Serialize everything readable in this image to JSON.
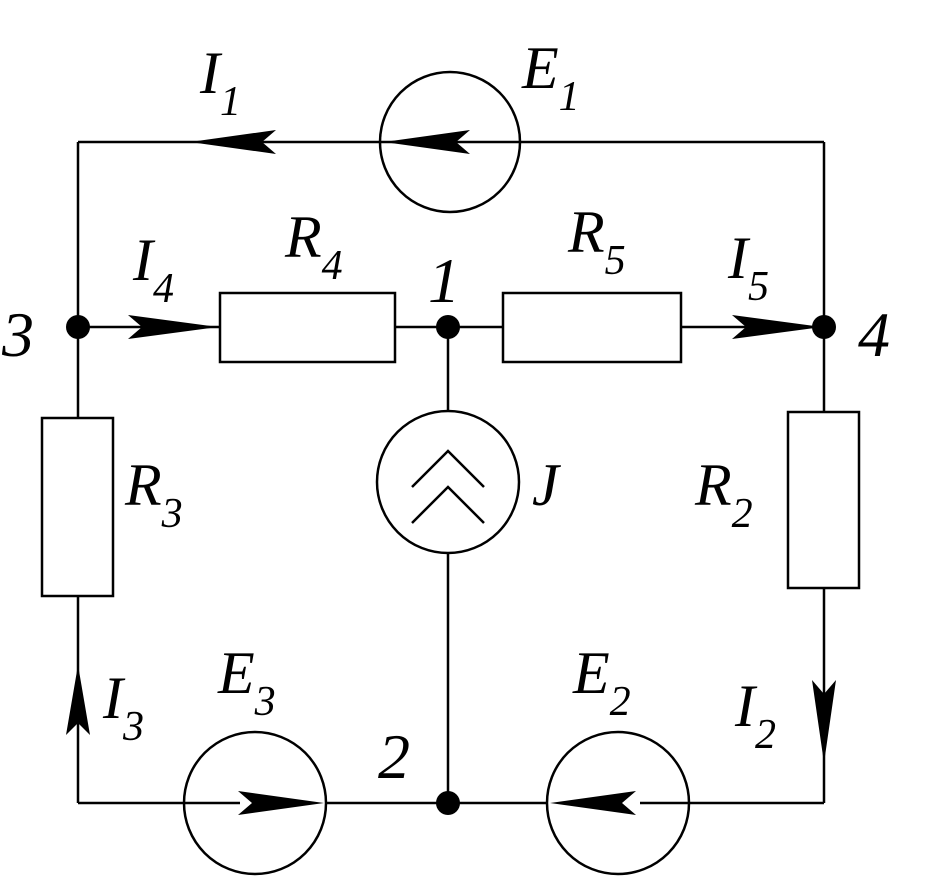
{
  "labels": {
    "I1": {
      "main": "I",
      "sub": "1"
    },
    "E1": {
      "main": "E",
      "sub": "1"
    },
    "I4": {
      "main": "I",
      "sub": "4"
    },
    "R4": {
      "main": "R",
      "sub": "4"
    },
    "R5": {
      "main": "R",
      "sub": "5"
    },
    "I5": {
      "main": "I",
      "sub": "5"
    },
    "R3": {
      "main": "R",
      "sub": "3"
    },
    "R2": {
      "main": "R",
      "sub": "2"
    },
    "J": {
      "main": "J"
    },
    "I3": {
      "main": "I",
      "sub": "3"
    },
    "E3": {
      "main": "E",
      "sub": "3"
    },
    "E2": {
      "main": "E",
      "sub": "2"
    },
    "I2": {
      "main": "I",
      "sub": "2"
    }
  },
  "nodes": {
    "n1": "1",
    "n2": "2",
    "n3": "3",
    "n4": "4"
  },
  "colors": {
    "stroke": "#000000",
    "background": "#ffffff"
  }
}
